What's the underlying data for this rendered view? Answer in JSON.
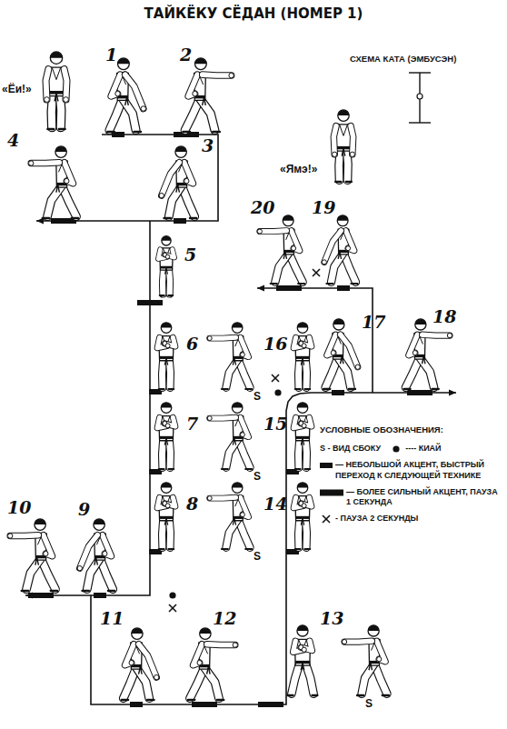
{
  "diagram": {
    "title": "ТАЙКЁКУ СЁДАН (НОМЕР 1)",
    "labels": [
      "«Ёи!»",
      "1",
      "2",
      "СХЕМА КАТА (ЭМБУСЭН)",
      "«Ямэ!»",
      "4",
      "3",
      "20",
      "19",
      "5",
      "6",
      "16",
      "17",
      "18",
      "S",
      "7",
      "15",
      "УСЛОВНЫЕ ОБОЗНАЧЕНИЯ:",
      "S",
      "8",
      "14",
      "S",
      "10",
      "9",
      "11",
      "12",
      "13",
      "S"
    ],
    "legend": [
      {
        "text": "S - ВИД СБОКУ"
      },
      {
        "text": "---- КИАЙ"
      },
      {
        "text": "— НЕБОЛЬШОЙ АКЦЕНТ, БЫСТРЫЙ ПЕРЕХОД К СЛЕДУЮЩЕЙ ТЕХНИКЕ"
      },
      {
        "text": "— БОЛЕЕ СИЛЬНЫЙ АКЦЕНТ, ПАУЗА 1 СЕКУНДА"
      },
      {
        "text": "- ПАУЗА 2 СЕКУНДЫ"
      }
    ]
  }
}
